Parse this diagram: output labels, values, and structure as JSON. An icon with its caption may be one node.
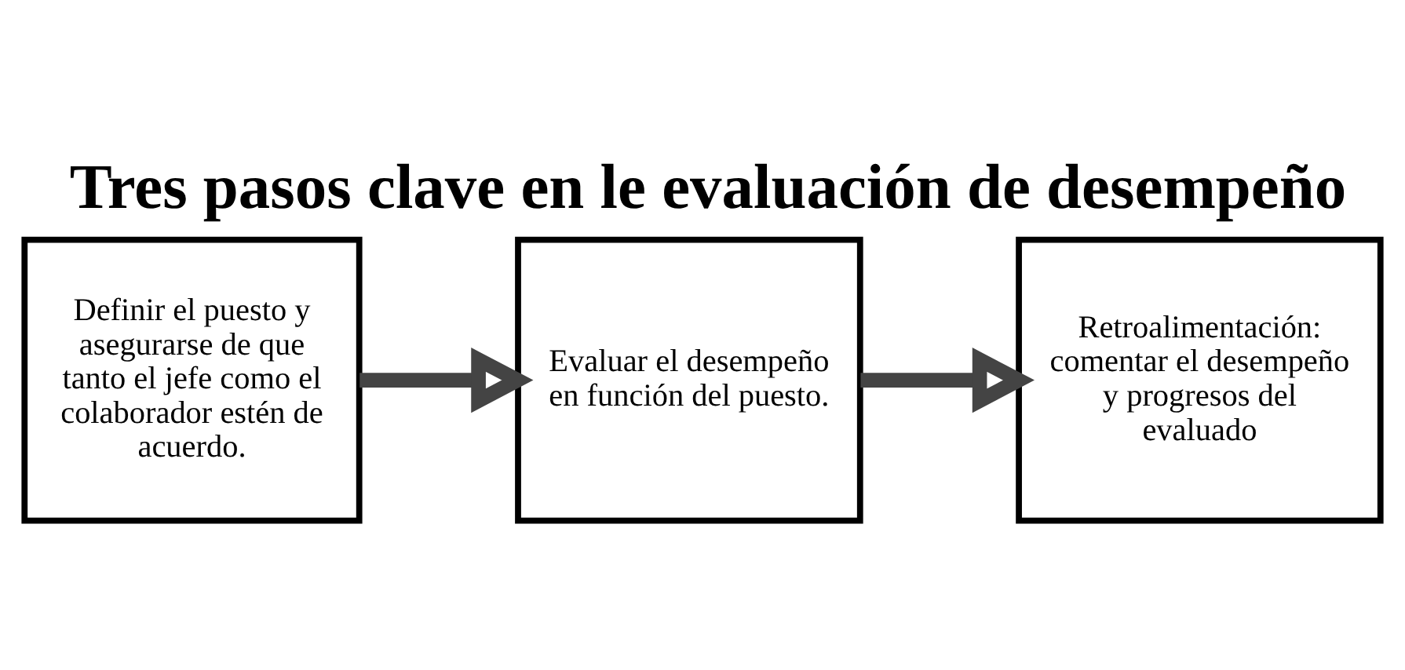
{
  "diagram": {
    "title": "Tres pasos clave en le evaluación de desempeño",
    "nodes": [
      {
        "text": [
          "Definir el puesto y asegurarse de que tanto el jefe como el colaborador estén de acuerdo."
        ]
      },
      {
        "text": [
          "Evaluar el desempeño en función del puesto."
        ]
      },
      {
        "text": [
          "Retroalimentación: comentar el desempeño y progresos del evaluado"
        ]
      }
    ],
    "edges": [
      {
        "from": 0,
        "to": 1,
        "arrow": "to"
      },
      {
        "from": 1,
        "to": 2,
        "arrow": "to"
      }
    ]
  }
}
